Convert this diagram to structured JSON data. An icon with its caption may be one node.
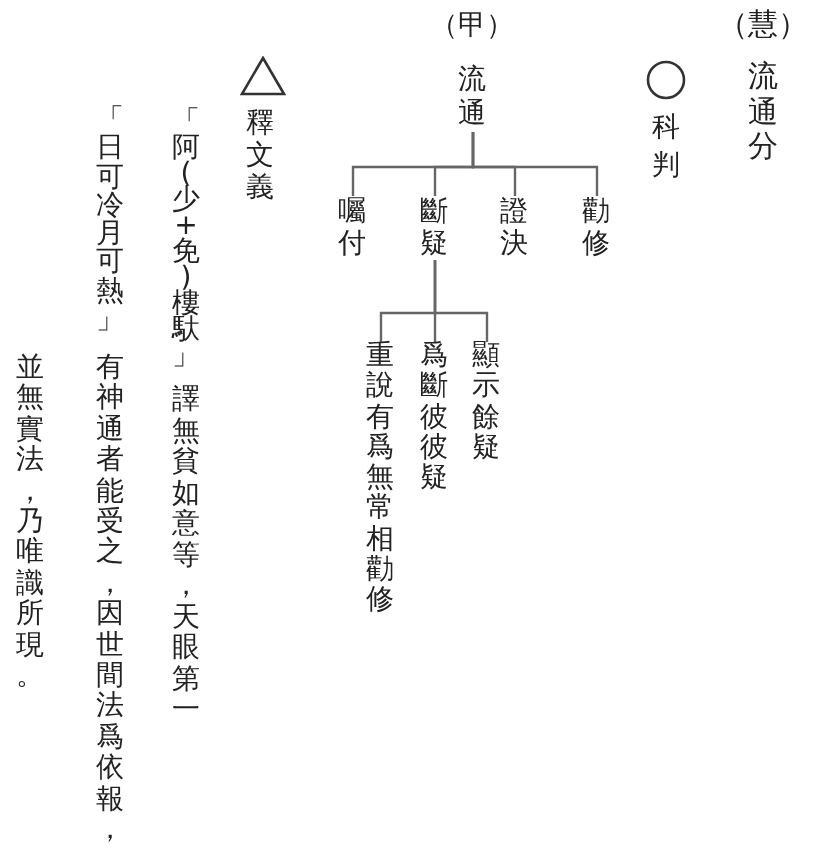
{
  "diagram": {
    "nodes": [
      {
        "text": [
          "（甲）",
          "流通"
        ]
      },
      {
        "text": [
          "勸修"
        ]
      },
      {
        "text": [
          "證決"
        ]
      },
      {
        "text": [
          "斷疑"
        ]
      },
      {
        "text": [
          "囑付"
        ]
      },
      {
        "text": [
          "顯示餘疑"
        ]
      },
      {
        "text": [
          "爲斷彼彼疑"
        ]
      },
      {
        "text": [
          "重說有爲無常相勸修"
        ]
      }
    ],
    "edges": [
      {
        "from": 0,
        "to": 1,
        "arrow": "none"
      },
      {
        "from": 0,
        "to": 2,
        "arrow": "none"
      },
      {
        "from": 0,
        "to": 3,
        "arrow": "none"
      },
      {
        "from": 0,
        "to": 4,
        "arrow": "none"
      },
      {
        "from": 3,
        "to": 5,
        "arrow": "none"
      },
      {
        "from": 3,
        "to": 6,
        "arrow": "none"
      },
      {
        "from": 3,
        "to": 7,
        "arrow": "none"
      }
    ],
    "labels": [
      "（慧）",
      "流通分",
      "科判",
      "釋文義",
      "「阿(少+免)樓馱」",
      "譯無貧如意等，天眼第一",
      "「日可冷月可熱」",
      "有神通者能受之，因世間法爲依報，並無實法，乃唯識所現。"
    ]
  }
}
